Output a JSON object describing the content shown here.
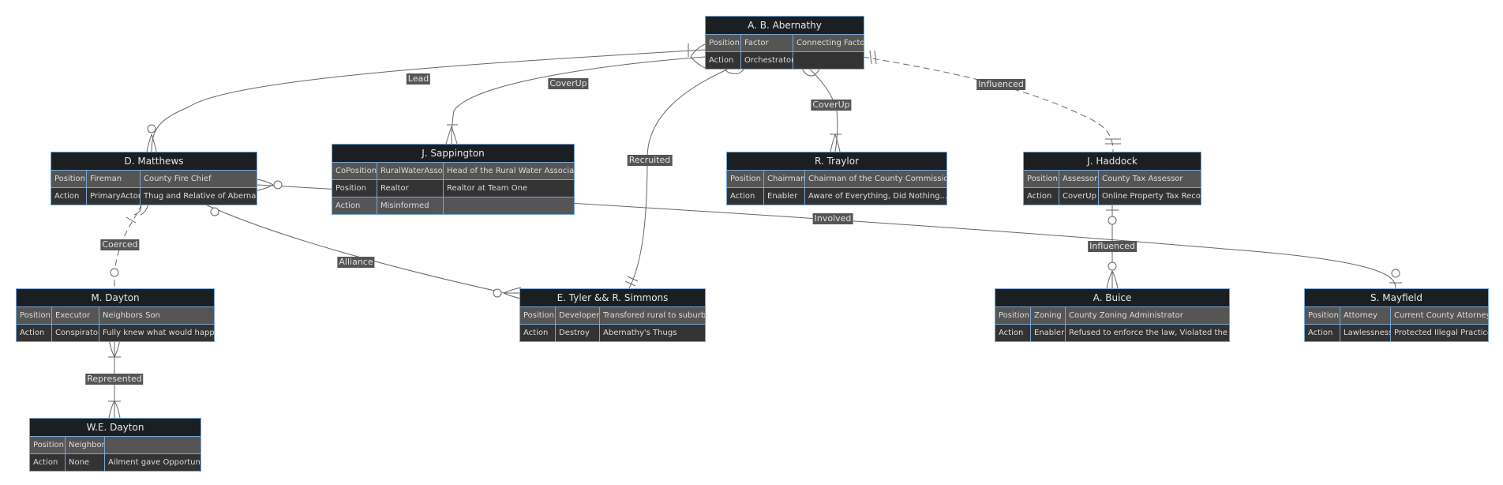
{
  "entities": {
    "abernathy": {
      "title": "A. B. Abernathy",
      "rows": [
        [
          "Position",
          "Factor",
          "Connecting Factor"
        ],
        [
          "Action",
          "Orchestrator",
          ""
        ]
      ]
    },
    "matthews": {
      "title": "D. Matthews",
      "rows": [
        [
          "Position",
          "Fireman",
          "County Fire Chief"
        ],
        [
          "Action",
          "PrimaryActor",
          "Thug and Relative of Abernathy"
        ]
      ]
    },
    "sappington": {
      "title": "J. Sappington",
      "rows": [
        [
          "CoPosition",
          "RuralWaterAssoc",
          "Head of the Rural Water Association"
        ],
        [
          "Position",
          "Realtor",
          "Realtor at Team One"
        ],
        [
          "Action",
          "Misinformed",
          ""
        ]
      ]
    },
    "traylor": {
      "title": "R. Traylor",
      "rows": [
        [
          "Position",
          "Chairman",
          "Chairman of the County Commissioners"
        ],
        [
          "Action",
          "Enabler",
          "Aware of Everything, Did Nothing..."
        ]
      ]
    },
    "haddock": {
      "title": "J. Haddock",
      "rows": [
        [
          "Position",
          "Assessor",
          "County Tax Assessor"
        ],
        [
          "Action",
          "CoverUp",
          "Online Property Tax Records"
        ]
      ]
    },
    "mdayton": {
      "title": "M. Dayton",
      "rows": [
        [
          "Position",
          "Executor",
          "Neighbors Son"
        ],
        [
          "Action",
          "Conspirator",
          "Fully knew what would happen"
        ]
      ]
    },
    "tyler": {
      "title": "E. Tyler && R. Simmons",
      "rows": [
        [
          "Position",
          "Developer",
          "Transfored rural to suburban"
        ],
        [
          "Action",
          "Destroy",
          "Abernathy's Thugs"
        ]
      ]
    },
    "buice": {
      "title": "A. Buice",
      "rows": [
        [
          "Position",
          "Zoning",
          "County Zoning Administrator"
        ],
        [
          "Action",
          "Enabler",
          "Refused to enforce the law, Violated the law"
        ]
      ]
    },
    "mayfield": {
      "title": "S. Mayfield",
      "rows": [
        [
          "Position",
          "Attorney",
          "Current County Attorney"
        ],
        [
          "Action",
          "Lawlessness",
          "Protected Illegal Practices"
        ]
      ]
    },
    "wedayton": {
      "title": "W.E. Dayton",
      "rows": [
        [
          "Position",
          "Neighbor",
          ""
        ],
        [
          "Action",
          "None",
          "Ailment gave Opportunity"
        ]
      ]
    }
  },
  "relations": {
    "lead": "Lead",
    "coverup1": "CoverUp",
    "recruited": "Recruited",
    "coverup2": "CoverUp",
    "influenced1": "Influenced",
    "coerced": "Coerced",
    "alliance": "Alliance",
    "involved": "Involved",
    "influenced2": "Influenced",
    "represented": "Represented"
  },
  "colors": {
    "header": "#1b1f22",
    "row_odd": "#555555",
    "row_even": "#333333",
    "border": "#7aa6d6",
    "line": "#666666",
    "label_bg": "#555555",
    "text": "#e7e7e7"
  }
}
